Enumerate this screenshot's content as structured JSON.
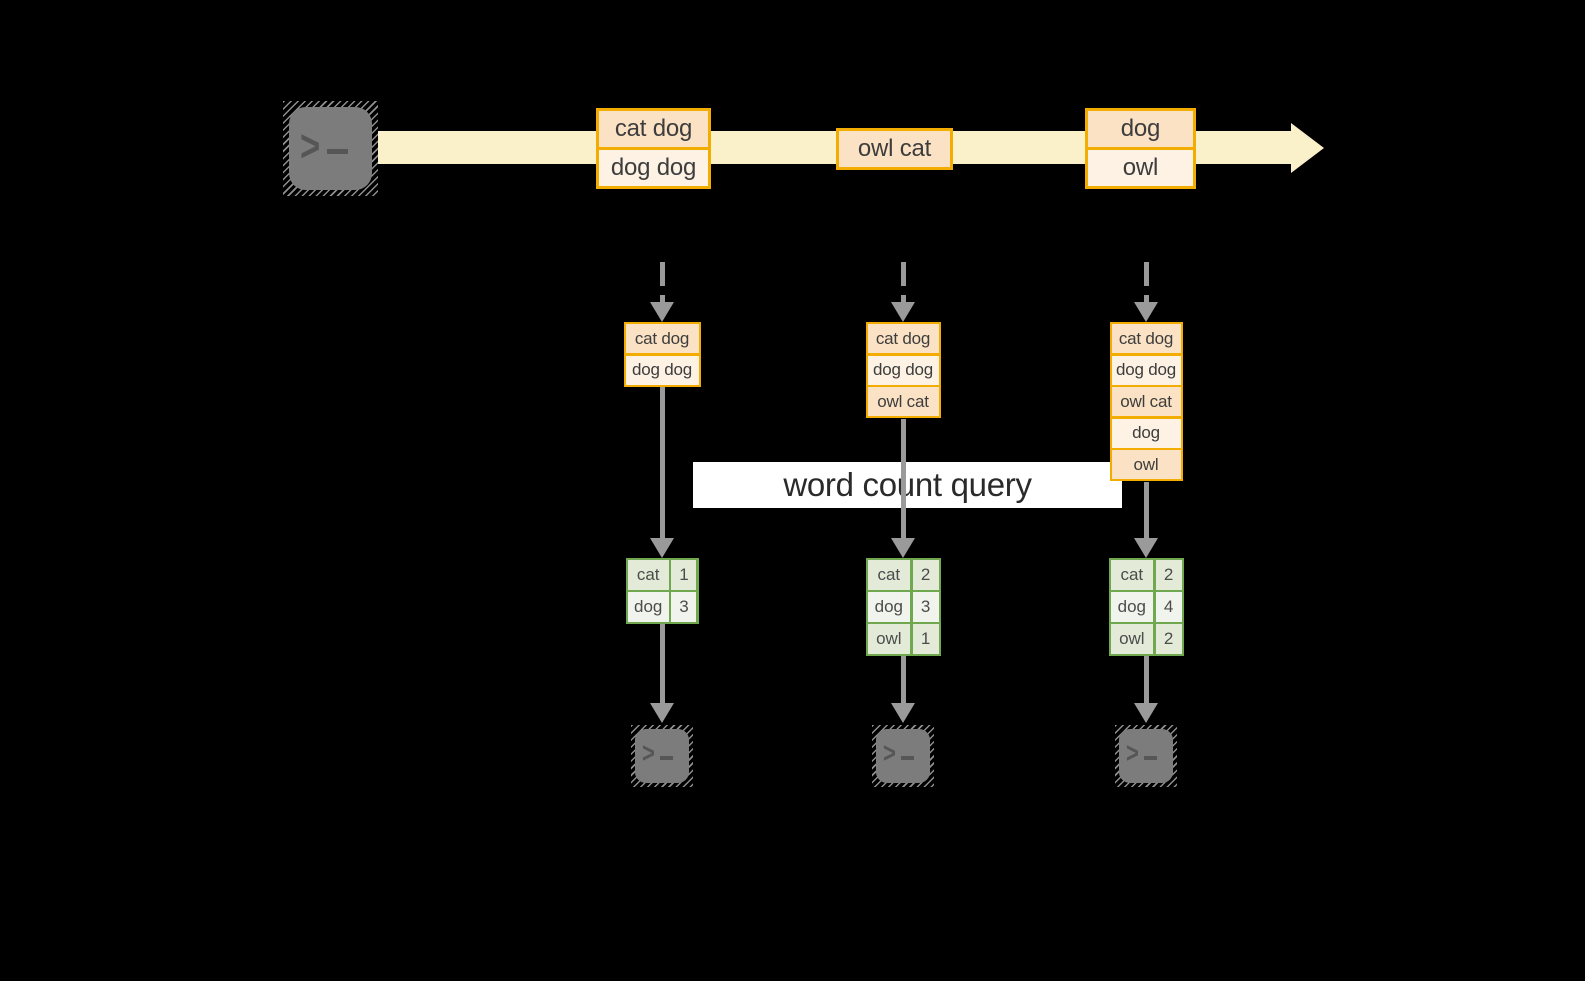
{
  "palette": {
    "stream_fill": "#faf0c9",
    "box_border": "#f2ad00",
    "cell_peach": "#fbe2c4",
    "cell_cream": "#fdf2e3",
    "table_border": "#6fa84e",
    "table_row_dark": "#e3ebd8",
    "table_row_light": "#f1f4ed",
    "arrow_gray": "#9a9a9a",
    "terminal_gray": "#7c7c7c"
  },
  "stream": {
    "source_icon": "terminal-icon",
    "events": [
      {
        "lines": [
          "cat dog",
          "dog dog"
        ]
      },
      {
        "lines": [
          "owl cat"
        ]
      },
      {
        "lines": [
          "dog",
          "owl"
        ]
      }
    ]
  },
  "query": {
    "label": "word count query"
  },
  "columns": [
    {
      "state_lines": [
        "cat dog",
        "dog dog"
      ],
      "counts": [
        {
          "word": "cat",
          "count": "1"
        },
        {
          "word": "dog",
          "count": "3"
        }
      ],
      "sink_icon": "terminal-icon"
    },
    {
      "state_lines": [
        "cat dog",
        "dog dog",
        "owl cat"
      ],
      "counts": [
        {
          "word": "cat",
          "count": "2"
        },
        {
          "word": "dog",
          "count": "3"
        },
        {
          "word": "owl",
          "count": "1"
        }
      ],
      "sink_icon": "terminal-icon"
    },
    {
      "state_lines": [
        "cat dog",
        "dog dog",
        "owl cat",
        "dog",
        "owl"
      ],
      "counts": [
        {
          "word": "cat",
          "count": "2"
        },
        {
          "word": "dog",
          "count": "4"
        },
        {
          "word": "owl",
          "count": "2"
        }
      ],
      "sink_icon": "terminal-icon"
    }
  ]
}
